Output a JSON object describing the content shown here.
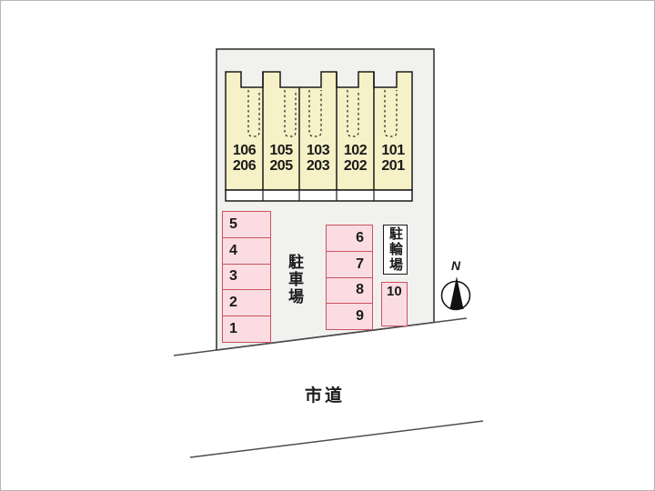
{
  "labels": {
    "parking_area": "駐車場",
    "bicycle_parking": "駐輪場",
    "road": "市道",
    "compass_north": "N"
  },
  "building": {
    "units": [
      {
        "line1": "106",
        "line2": "206"
      },
      {
        "line1": "105",
        "line2": "205"
      },
      {
        "line1": "103",
        "line2": "203"
      },
      {
        "line1": "102",
        "line2": "202"
      },
      {
        "line1": "101",
        "line2": "201"
      }
    ]
  },
  "parking": {
    "left_column": [
      "5",
      "4",
      "3",
      "2",
      "1"
    ],
    "middle_column": [
      "6",
      "7",
      "8",
      "9"
    ],
    "single_space": "10"
  },
  "colors": {
    "site_fill": "#f1f1ef",
    "building_fill": "#f6f1c6",
    "parking_fill": "#fbdce3",
    "parking_border": "#c9535f",
    "line_color": "#2a2a2a"
  }
}
